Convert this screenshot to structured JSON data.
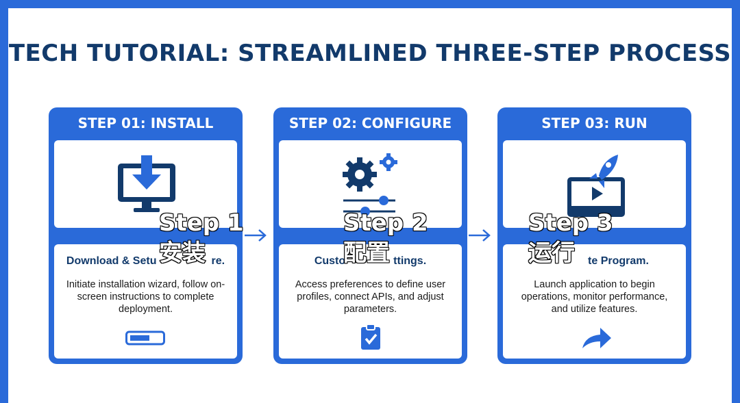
{
  "title": "TECH TUTORIAL: STREAMLINED THREE-STEP PROCESS",
  "colors": {
    "brand_blue": "#2a6ad9",
    "navy": "#123a6b",
    "white": "#ffffff"
  },
  "steps": [
    {
      "header": "STEP 01: INSTALL",
      "icon": "monitor-download-icon",
      "heading": "Download & Setu",
      "heading_tail": "re.",
      "description": "Initiate installation wizard, follow on-screen instructions to complete deployment.",
      "bottom_icon": "progress-bar-icon",
      "overlay_en": "Step 1",
      "overlay_zh": "安装"
    },
    {
      "header": "STEP 02: CONFIGURE",
      "icon": "gears-sliders-icon",
      "heading": "Custo",
      "heading_tail": "ttings.",
      "description": "Access preferences to define user profiles, connect APIs, and adjust parameters.",
      "bottom_icon": "clipboard-check-icon",
      "overlay_en": "Step 2",
      "overlay_zh": "配置"
    },
    {
      "header": "STEP 03: RUN",
      "icon": "rocket-play-icon",
      "heading": "te Program.",
      "heading_tail": "",
      "description": "Launch application to begin operations, monitor performance, and utilize features.",
      "bottom_icon": "share-arrow-icon",
      "overlay_en": "Step 3",
      "overlay_zh": "运行"
    }
  ]
}
